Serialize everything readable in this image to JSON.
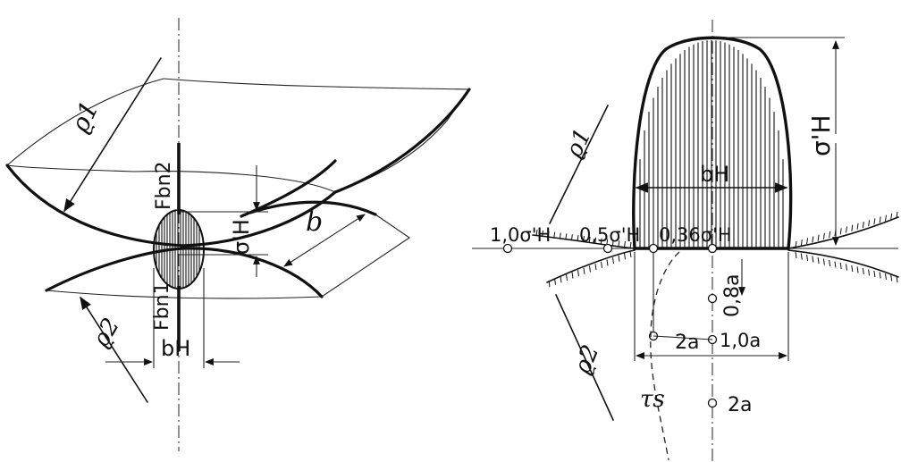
{
  "left_figure": {
    "rho1": "ϱ1",
    "rho2": "ϱ2",
    "fbn2": "Fbn2",
    "fbn1": "Fbn1",
    "sigma_h": "σ'H",
    "width_b": "b",
    "bh": "bH"
  },
  "right_figure": {
    "rho1": "ϱ1",
    "rho2": "ϱ2",
    "sigma_h": "σ'H",
    "bh": "bH",
    "stress_10": "1,0σ'H",
    "stress_05": "0,5σ'H",
    "stress_036": "0,36σ'H",
    "depth_08a": "0,8a",
    "depth_10a": "1,0a",
    "width_2a": "2a",
    "depth_2a": "2a",
    "tau": "τs"
  }
}
